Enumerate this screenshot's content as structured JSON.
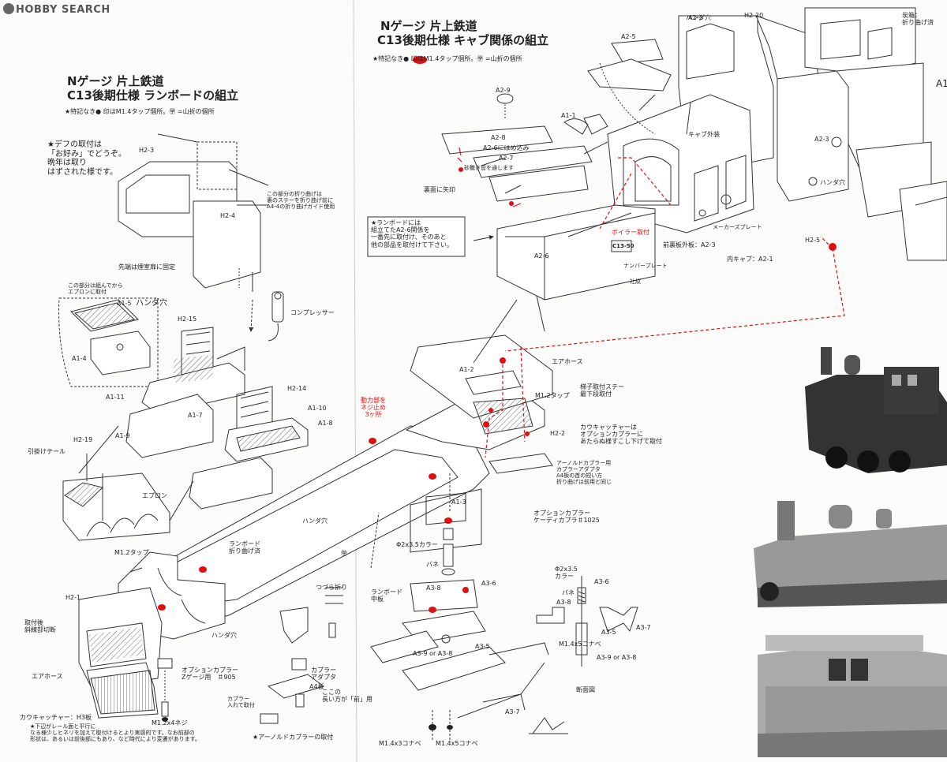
{
  "watermark": "HOBBY SEARCH",
  "left_page": {
    "title_line1": "Nゲージ 片上鉄道",
    "title_line2": "C13後期仕様 ランボードの組立",
    "legend": "★特記なき● 印はM1.4タップ個所。㊫ =山折の個所",
    "note_def": "★デフの取付は\n「お好み」でどうぞ。\n晩年は取り\nはずされた様です。",
    "note_a44": "この部分の折り曲げは\n裏のステーを折り曲げ前に\nA4-4の折り曲げガイド使用",
    "note_saki": "先端は煙室扉に固定",
    "note_apron": "この部分は組んでから\nエプロンに取付",
    "compressor": "コンプレッサー",
    "hikikake": "引掛けテール",
    "apron": "エプロン",
    "m12tap": "M1.2タップ",
    "runboard": "ランボード\n折り曲げ済",
    "torikomi": "取付後\n斜線部切断",
    "air_hose": "エアホース",
    "cowcatcher": "カウキャッチャー：H3板",
    "note_bottom": "★下辺がレール面と平行に\nなる様少しヒネリを加えて取付けるとより実感的です。なお前部の\n形状は、あるいは前後部にもあり、など時代により変遷があります。",
    "option_coupler": "オプションカプラー\nZゲージ用　＃905",
    "m12x4": "M1.2x4ネジ",
    "coupler_adapter": "カプラー\nアダプタ",
    "coupler_ireru": "カプラー\n入れて取付",
    "arnold_mount": "★アーノルドカプラーの取付",
    "kokono": "ここの\n長い方が「前」用",
    "handa": "ハンダ穴",
    "yama": "㊫"
  },
  "right_page": {
    "title_line1": "Nゲージ 片上鉄道",
    "title_line2": "C13後期仕様 キャブ関係の組立",
    "legend": "★特記なき● 印はM1.4タップ個所。㊫ =山折の個所",
    "cab_outer": "キャブ外装",
    "coal_box": "炭箱：\n折り曲げ済",
    "a26_hame": "A2-6にはめ込み",
    "sand_pipe": "砂撒き管を通します",
    "ura_arrow": "裏面に矢印",
    "note_runboard": "★ランボードには\n組立てたA2-6関係を\n一番先に取付け、そのあと\n他の部品を取付けて下さい。",
    "boiler": "ボイラー取付",
    "maker_plate": "メーカーズプレート",
    "front_plate": "前裏板外板：A2-3",
    "inner_cab": "内キャブ：A2-1",
    "number_plate": "ナンバープレート",
    "shamon": "社紋",
    "number_text": "C13-50",
    "drive_screw": "動力部を\nネジ止め\n3ヶ所",
    "air_hose": "エアホース",
    "m12tap": "M1.2タップ",
    "ladder": "梯子取付ステー\n最下段取付",
    "cowcatcher_opt": "カウキャッチャーは\nオプションカプラーに\nあたらぬ様すこし下げて取付",
    "arnold_adapter": "アーノルドカプラー用\nカプラーアダプタ\nA4板の首の短い方\n折り曲げは前用と同じ",
    "option_kd": "オプションカプラー\nケーディカプラ＃1025",
    "collar": "Φ2x3.5カラー",
    "spring": "バネ",
    "runboard_mid": "ランボード\n中板",
    "tsuzura": "つづら折り",
    "m14x3": "M1.4x3コナベ",
    "m14x5": "M1.4x5コナベ",
    "section": "断面図",
    "a39": "A3-9  or A3-8",
    "sec_collar": "Φ2x3.5\nカラー",
    "sec_spring": "バネ"
  },
  "parts": {
    "h23": "H2-3",
    "h24": "H2-4",
    "a15": "A1-5",
    "a14": "A1-4",
    "h215": "H2-15",
    "a111": "A1-11",
    "a17": "A1-7",
    "a19": "A1-9",
    "h214": "H2-14",
    "a110": "A1-10",
    "a18": "A1-8",
    "h219": "H2-19",
    "h21": "H2-1",
    "a22": "A2-2",
    "h220": "H2-20",
    "a25": "A2-5",
    "a29": "A2-9",
    "a28": "A2-8",
    "a27": "A2-7",
    "a11": "A1-1",
    "a26": "A2-6",
    "a23": "A2-3",
    "h25": "H2-5",
    "a12": "A1-2",
    "h22": "H2-2",
    "a13": "A1-3",
    "a36": "A3-6",
    "a38": "A3-8",
    "a35": "A3-5",
    "a37": "A3-7",
    "a4": "A4板",
    "a39or": "A3-9  or A3-8",
    "a12r": "A1"
  },
  "colors": {
    "red": "#d11",
    "line": "#333",
    "paper": "#fbfbf9"
  }
}
